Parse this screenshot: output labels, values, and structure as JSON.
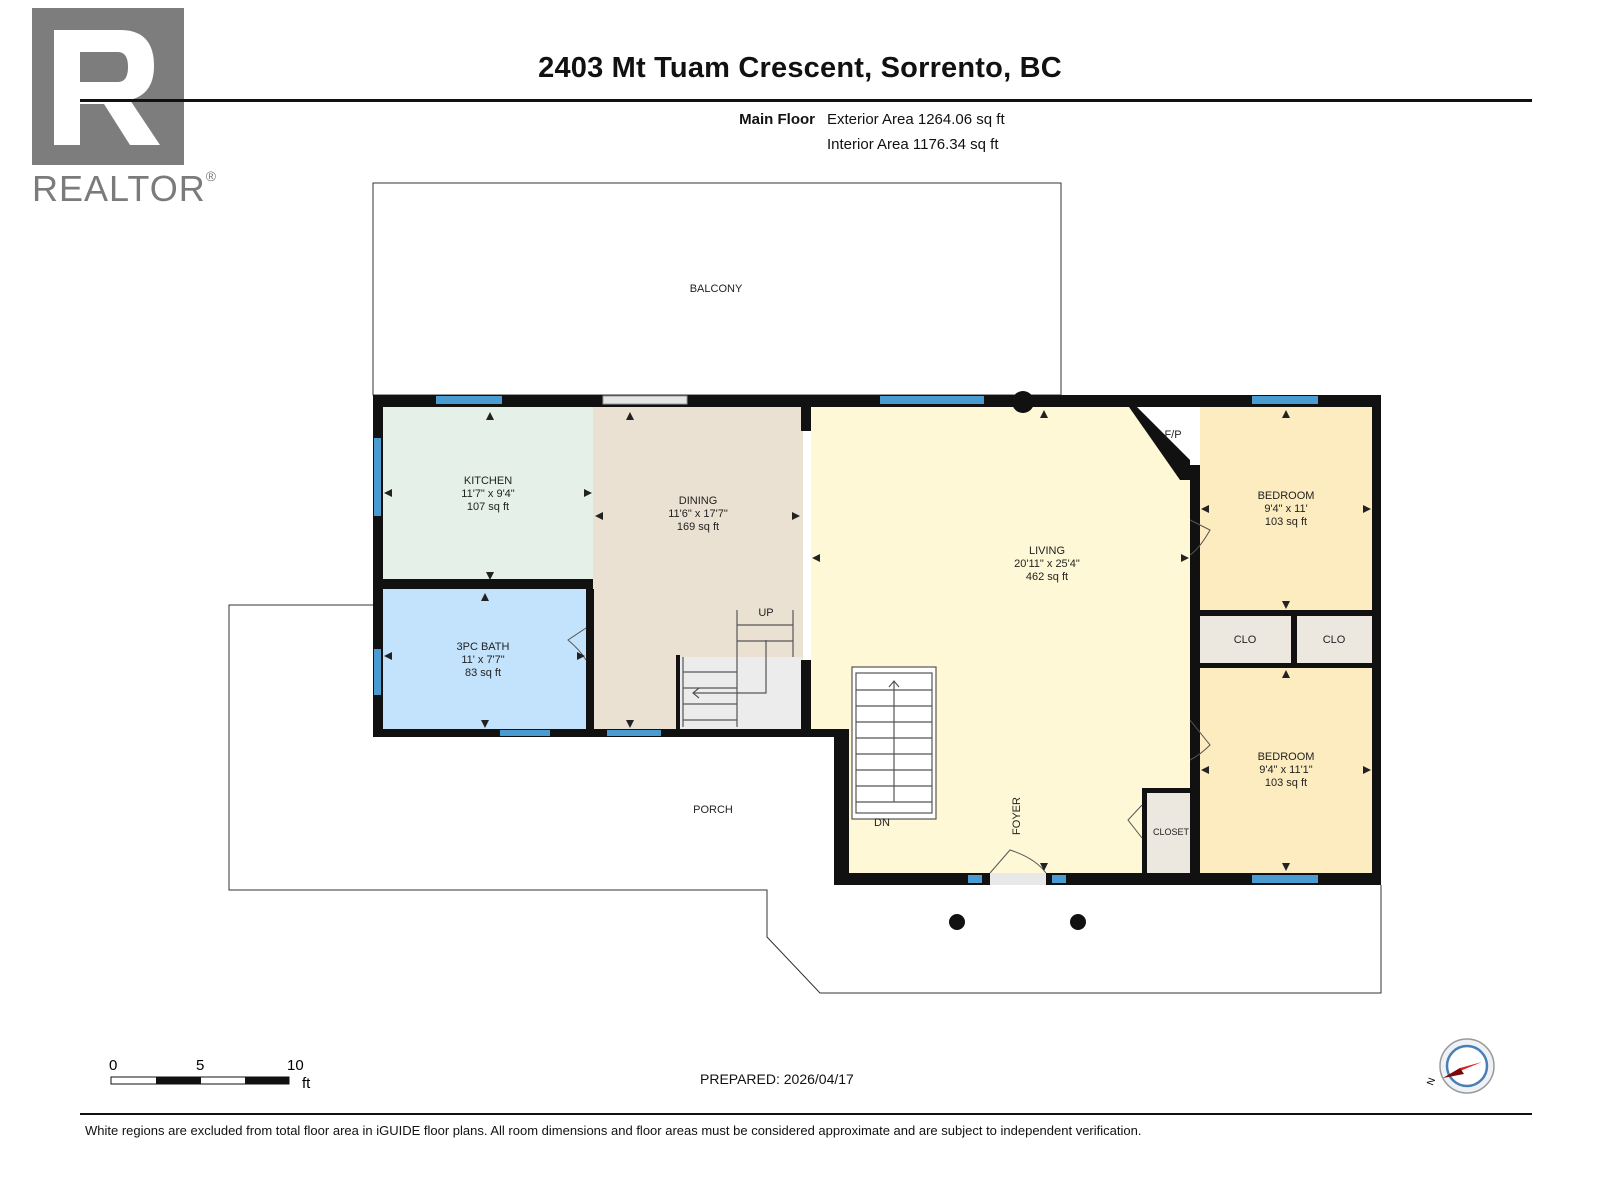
{
  "title": "2403 Mt Tuam Crescent, Sorrento, BC",
  "logo": {
    "text": "REALTOR",
    "mark": "®",
    "icon": "realtor-logo"
  },
  "floor": {
    "name": "Main Floor",
    "exterior_area": "Exterior Area 1264.06 sq ft",
    "interior_area": "Interior Area 1176.34 sq ft"
  },
  "rooms": {
    "balcony": {
      "name": "BALCONY"
    },
    "kitchen": {
      "name": "KITCHEN",
      "dims": "11'7\" x 9'4\"",
      "area": "107 sq ft"
    },
    "dining": {
      "name": "DINING",
      "dims": "11'6\" x 17'7\"",
      "area": "169 sq ft"
    },
    "living": {
      "name": "LIVING",
      "dims": "20'11\" x 25'4\"",
      "area": "462 sq ft"
    },
    "bedroom1": {
      "name": "BEDROOM",
      "dims": "9'4\" x 11'",
      "area": "103 sq ft"
    },
    "bedroom2": {
      "name": "BEDROOM",
      "dims": "9'4\" x 11'1\"",
      "area": "103 sq ft"
    },
    "bath": {
      "name": "3PC BATH",
      "dims": "11' x 7'7\"",
      "area": "83 sq ft"
    },
    "clo1": {
      "name": "CLO"
    },
    "clo2": {
      "name": "CLO"
    },
    "closet": {
      "name": "CLOSET"
    },
    "fp": {
      "name": "F/P"
    },
    "porch": {
      "name": "PORCH"
    },
    "foyer": {
      "name": "FOYER"
    },
    "stair_up": {
      "name": "UP"
    },
    "stair_down": {
      "name": "DN"
    }
  },
  "colors": {
    "kitchen": "#e5f1e8",
    "dining": "#ebe1d3",
    "living": "#fff8d6",
    "bedroom": "#fdecbf",
    "bath": "#c2e3fb",
    "closet": "#ece7df",
    "stairs": "#ececec",
    "window": "#4a9cd0",
    "wall": "#111111"
  },
  "scale": {
    "ticks": [
      "0",
      "5",
      "10"
    ],
    "unit": "ft"
  },
  "prepared": "PREPARED: 2026/04/17",
  "compass": {
    "icon": "compass-north-icon",
    "letter": "N"
  },
  "disclaimer": "White regions are excluded from total floor area in iGUIDE floor plans. All room dimensions and floor areas must be considered approximate and are subject to independent verification."
}
